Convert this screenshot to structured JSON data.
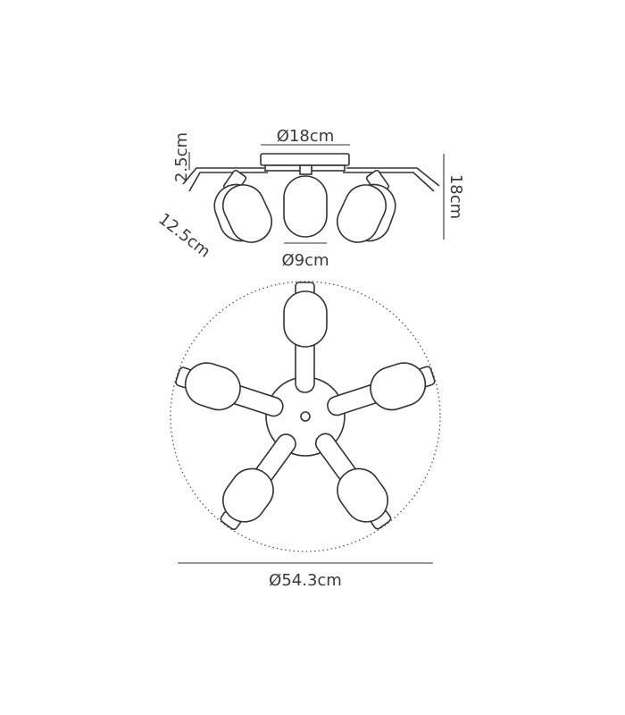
{
  "labels": {
    "canopy_diameter": "Ø18cm",
    "canopy_height": "2.5cm",
    "total_height": "18cm",
    "arm_length": "12.5cm",
    "shade_diameter": "Ø9cm",
    "overall_diameter": "Ø54.3cm"
  },
  "colors": {
    "line": "#333333",
    "text": "#3a3a3a",
    "background": "#ffffff"
  }
}
